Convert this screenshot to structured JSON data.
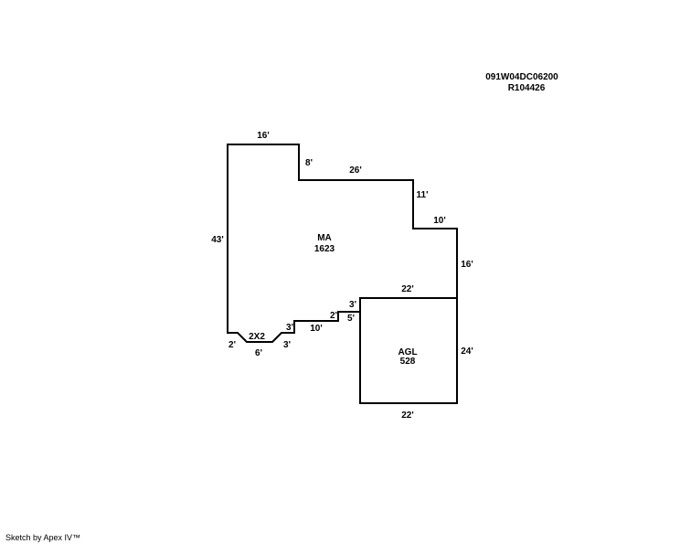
{
  "header": {
    "parcel_id": "091W04DC06200",
    "account": "R104426"
  },
  "areas": {
    "main": {
      "code": "MA",
      "sqft": "1623"
    },
    "garage": {
      "code": "AGL",
      "sqft": "528"
    },
    "bump": {
      "code": "2X2"
    }
  },
  "dimensions": {
    "top": "16'",
    "step_down": "8'",
    "mid_top": "26'",
    "right_upper": "11'",
    "right_step": "10'",
    "right_wall": "16'",
    "left_wall": "43'",
    "garage_top": "22'",
    "garage_bottom": "22'",
    "garage_right": "24'",
    "notch_vert": "3'",
    "notch_horiz": "5'",
    "small_step": "2'",
    "lower_run": "10'",
    "lower_step": "3'",
    "bay_right": "3'",
    "bay_bottom": "6'",
    "bay_left": "2'"
  },
  "footer": {
    "credit": "Sketch by Apex IV™"
  }
}
